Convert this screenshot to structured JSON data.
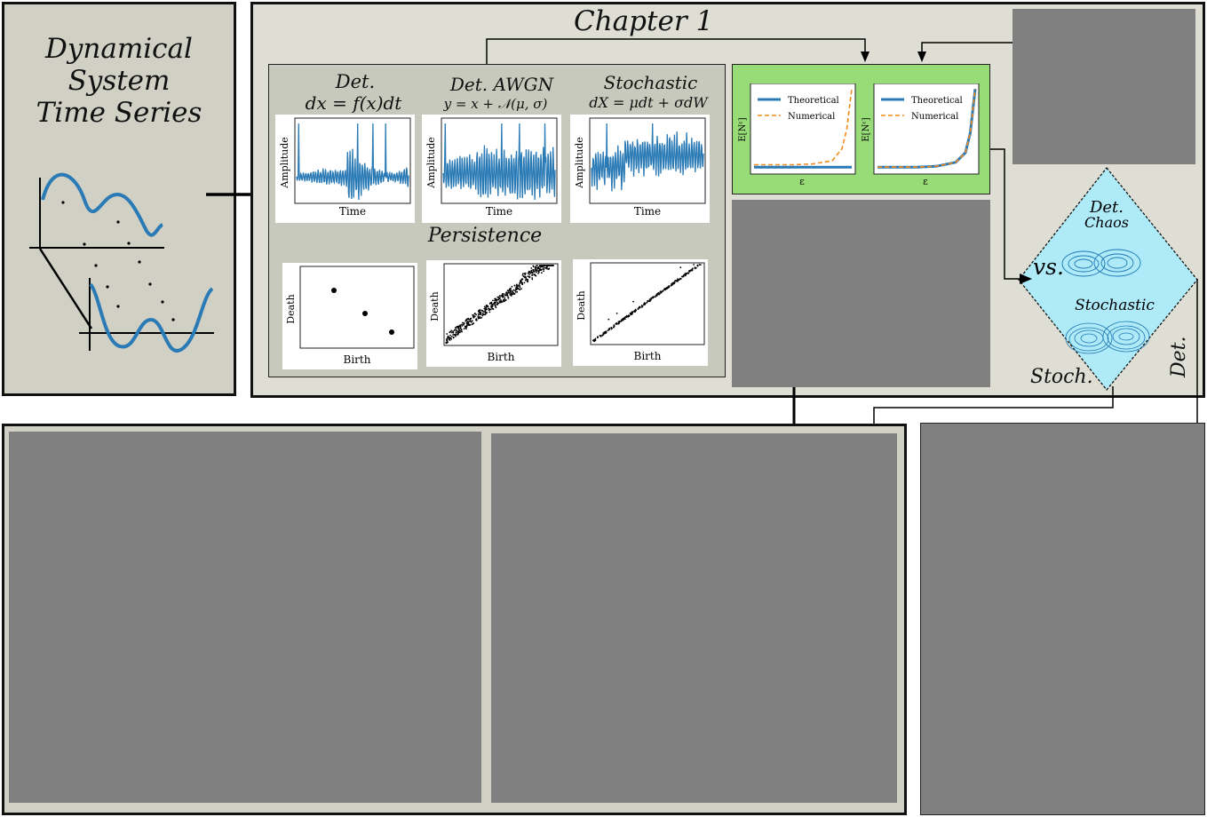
{
  "left_panel": {
    "title_lines": [
      "Dynamical",
      "System",
      "Time Series"
    ]
  },
  "chapter1": {
    "title": "Chapter 1",
    "plots_panel": {
      "columns": [
        {
          "heading": "Det.",
          "equation": "dx = f(x)dt",
          "ylabel": "Amplitude",
          "xlabel": "Time"
        },
        {
          "heading": "Det. AWGN",
          "equation": "y = x + 𝒩(μ, σ)",
          "ylabel": "Amplitude",
          "xlabel": "Time"
        },
        {
          "heading": "Stochastic",
          "equation": "dX = μdt + σdW",
          "ylabel": "Amplitude",
          "xlabel": "Time"
        }
      ],
      "persistence_label": "Persistence",
      "persistence_plots": [
        {
          "ylabel": "Death",
          "xlabel": "Birth"
        },
        {
          "ylabel": "Death",
          "xlabel": "Birth"
        },
        {
          "ylabel": "Death",
          "xlabel": "Birth"
        }
      ]
    },
    "green_panel": {
      "plots": [
        {
          "ylabel": "E[Nᵋ]",
          "xlabel": "ε",
          "legend": [
            "Theoretical",
            "Numerical"
          ]
        },
        {
          "ylabel": "E[Nᵋ]",
          "xlabel": "ε",
          "legend": [
            "Theoretical",
            "Numerical"
          ]
        }
      ]
    },
    "diamond": {
      "top_line1": "Det.",
      "top_line2": "Chaos",
      "vs_label": "vs.",
      "bottom_label": "Stochastic",
      "stoch_label": "Stoch.",
      "det_label": "Det."
    }
  },
  "colors": {
    "panel_bg": "#deded5",
    "inner_bg": "#c6c9bb",
    "green": "#98dc78",
    "cyan": "#aeeaf8",
    "gray_block": "#808080",
    "series_blue": "#2a7ab5",
    "numerical_orange": "#f28a1e"
  },
  "chart_data": [
    {
      "type": "line",
      "title": "",
      "xlabel": "ε",
      "ylabel": "E[Nᵋ]",
      "series": [
        {
          "name": "Theoretical",
          "x": [
            0,
            0.2,
            0.4,
            0.6,
            0.8,
            1.0
          ],
          "y": [
            0.02,
            0.02,
            0.02,
            0.02,
            0.02,
            0.02
          ]
        },
        {
          "name": "Numerical",
          "x": [
            0,
            0.2,
            0.4,
            0.6,
            0.8,
            0.9,
            0.95,
            1.0
          ],
          "y": [
            0.05,
            0.05,
            0.05,
            0.06,
            0.1,
            0.25,
            0.5,
            1.0
          ]
        }
      ],
      "legend": "top-left"
    },
    {
      "type": "line",
      "title": "",
      "xlabel": "ε",
      "ylabel": "E[Nᵋ]",
      "series": [
        {
          "name": "Theoretical",
          "x": [
            0,
            0.2,
            0.4,
            0.6,
            0.8,
            0.9,
            0.95,
            1.0
          ],
          "y": [
            0.02,
            0.02,
            0.02,
            0.03,
            0.08,
            0.2,
            0.45,
            1.0
          ]
        },
        {
          "name": "Numerical",
          "x": [
            0,
            0.2,
            0.4,
            0.6,
            0.8,
            0.9,
            0.95,
            1.0
          ],
          "y": [
            0.02,
            0.02,
            0.02,
            0.03,
            0.08,
            0.2,
            0.45,
            1.0
          ]
        }
      ],
      "legend": "top-left"
    }
  ]
}
